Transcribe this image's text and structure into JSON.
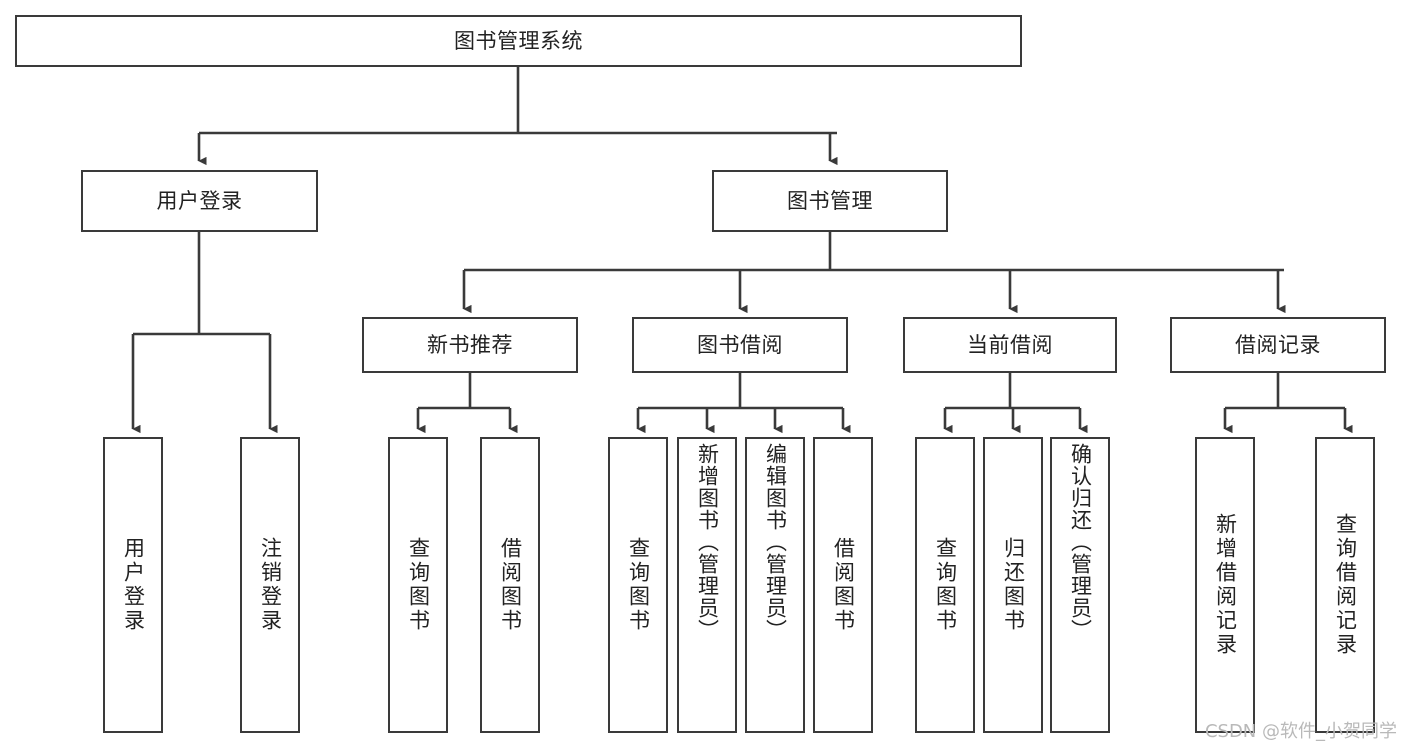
{
  "diagram": {
    "type": "tree",
    "title": "图书管理系统",
    "watermark": "CSDN @软件_小贺同学",
    "colors": {
      "box_border": "#3a3a3a",
      "box_fill": "#ffffff",
      "edge": "#3a3a3a",
      "text": "#222222",
      "watermark": "#b9b9b9",
      "background": "#ffffff"
    },
    "nodes": {
      "root": {
        "label": "图书管理系统"
      },
      "level2": [
        {
          "id": "user-login",
          "label": "用户登录"
        },
        {
          "id": "book-manage",
          "label": "图书管理"
        }
      ],
      "level3": [
        {
          "id": "new-book-recommend",
          "label": "新书推荐"
        },
        {
          "id": "book-borrow",
          "label": "图书借阅"
        },
        {
          "id": "current-borrow",
          "label": "当前借阅"
        },
        {
          "id": "borrow-record",
          "label": "借阅记录"
        }
      ],
      "leaves": {
        "user-login": [
          {
            "id": "leaf-user-login",
            "label": "用户登录"
          },
          {
            "id": "leaf-user-logout",
            "label": "注销登录"
          }
        ],
        "new-book-recommend": [
          {
            "id": "leaf-query-book-1",
            "label": "查询图书"
          },
          {
            "id": "leaf-borrow-book-1",
            "label": "借阅图书"
          }
        ],
        "book-borrow": [
          {
            "id": "leaf-query-book-2",
            "label": "查询图书"
          },
          {
            "id": "leaf-add-book",
            "label": "新增图书（管理员）"
          },
          {
            "id": "leaf-edit-book",
            "label": "编辑图书（管理员）"
          },
          {
            "id": "leaf-borrow-book-2",
            "label": "借阅图书"
          }
        ],
        "current-borrow": [
          {
            "id": "leaf-query-book-3",
            "label": "查询图书"
          },
          {
            "id": "leaf-return-book",
            "label": "归还图书"
          },
          {
            "id": "leaf-confirm-return",
            "label": "确认归还（管理员）"
          }
        ],
        "borrow-record": [
          {
            "id": "leaf-add-record",
            "label": "新增借阅记录"
          },
          {
            "id": "leaf-query-record",
            "label": "查询借阅记录"
          }
        ]
      }
    }
  }
}
